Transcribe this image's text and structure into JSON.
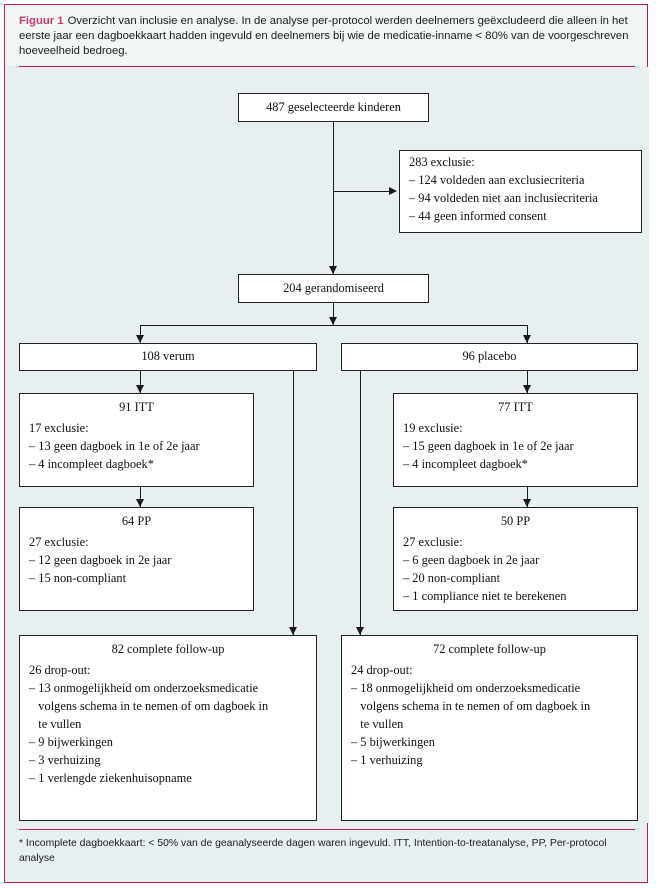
{
  "figure": {
    "label": "Figuur 1",
    "caption": "Overzicht van inclusie en analyse. In de analyse per-protocol werden deelnemers geëxcludeerd die alleen in het eerste jaar een dagboekkaart hadden ingevuld en deelnemers bij wie de medicatie-inname < 80% van de voorgeschreven hoeveelheid bedroeg.",
    "footnote": "* Incomplete dagboekkaart: < 50% van de geanalyseerde dagen waren ingevuld. ITT, Intention-to-treatanalyse, PP, Per-protocol analyse"
  },
  "colors": {
    "accent": "#c2185b",
    "panel_bg": "#e8eff1",
    "box_bg": "#ffffff",
    "stroke": "#1a1a1a"
  },
  "nodes": {
    "screened": {
      "title": "487 geselecteerde kinderen"
    },
    "excluded": {
      "heading": "283 exclusie:",
      "items": [
        "– 124 voldeden aan exclusiecriteria",
        "– 94 voldeden niet aan inclusiecriteria",
        "– 44 geen informed consent"
      ]
    },
    "randomised": {
      "title": "204 gerandomiseerd"
    },
    "arm_verum": {
      "title": "108 verum"
    },
    "arm_placebo": {
      "title": "96 placebo"
    },
    "itt_verum": {
      "title": "91 ITT",
      "heading": "17 exclusie:",
      "items": [
        "– 13 geen dagboek in 1e of 2e jaar",
        "– 4 incompleet dagboek*"
      ]
    },
    "itt_placebo": {
      "title": "77 ITT",
      "heading": "19 exclusie:",
      "items": [
        "– 15 geen dagboek in 1e of 2e jaar",
        "– 4 incompleet dagboek*"
      ]
    },
    "pp_verum": {
      "title": "64 PP",
      "heading": "27 exclusie:",
      "items": [
        "– 12 geen dagboek in 2e jaar",
        "– 15 non-compliant"
      ]
    },
    "pp_placebo": {
      "title": "50 PP",
      "heading": "27 exclusie:",
      "items": [
        "– 6 geen dagboek in 2e jaar",
        "– 20 non-compliant",
        "– 1 compliance niet te berekenen"
      ]
    },
    "fu_verum": {
      "title": "82 complete follow-up",
      "heading": "26 drop-out:",
      "items": [
        "– 13 onmogelijkheid om onderzoeksmedicatie\n   volgens schema in te nemen of om dagboek in\n   te vullen",
        "– 9 bijwerkingen",
        "– 3 verhuizing",
        "– 1 verlengde ziekenhuisopname"
      ]
    },
    "fu_placebo": {
      "title": "72 complete follow-up",
      "heading": "24 drop-out:",
      "items": [
        "– 18 onmogelijkheid om onderzoeksmedicatie\n   volgens schema in te nemen of om dagboek in\n   te vullen",
        "– 5 bijwerkingen",
        "– 1 verhuizing"
      ]
    }
  }
}
